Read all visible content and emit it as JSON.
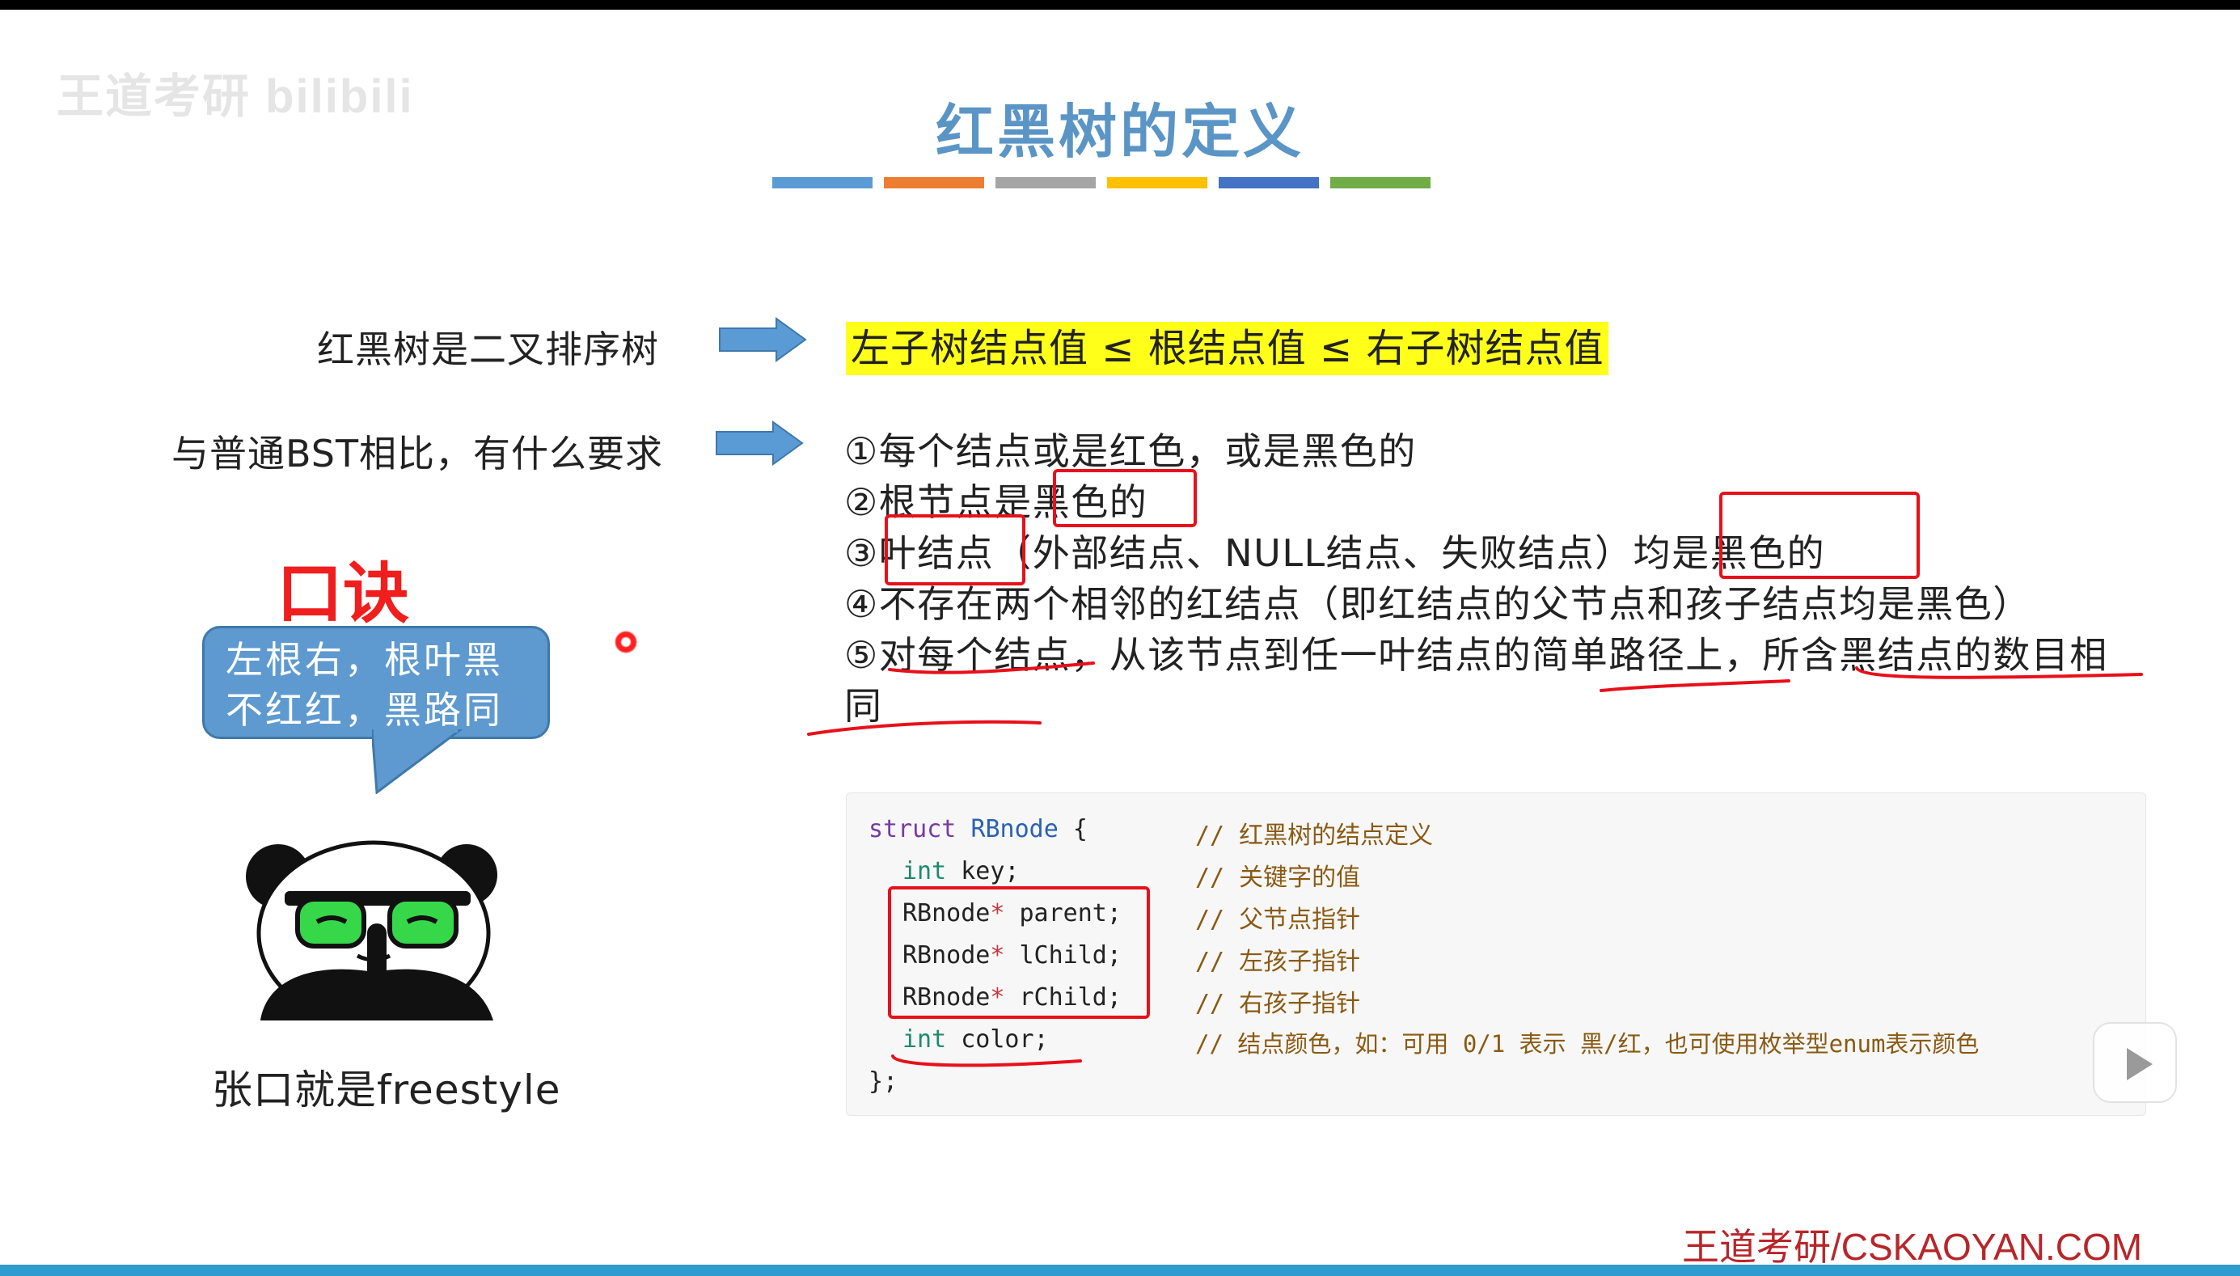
{
  "watermark": "王道考研 bilibili",
  "slide": {
    "title": "红黑树的定义",
    "title_bar_colors": [
      "#5b9bd5",
      "#ed7d31",
      "#a5a5a5",
      "#ffc000",
      "#4472c4",
      "#70ad47"
    ],
    "row1_label": "红黑树是二叉排序树",
    "row1_text": "左子树结点值 ≤ 根结点值 ≤ 右子树结点值",
    "row2_label": "与普通BST相比，有什么要求",
    "rules": [
      "①每个结点或是红色，或是黑色的",
      "②根节点是黑色的",
      "③叶结点（外部结点、NULL结点、失败结点）均是黑色的",
      "④不存在两个相邻的红结点（即红结点的父节点和孩子结点均是黑色）",
      "⑤对每个结点，从该节点到任一叶结点的简单路径上，所含黑结点的数目相同"
    ],
    "mnemonic_title": "口诀",
    "bubble_line1": "左根右，根叶黑",
    "bubble_line2": "不红红，黑路同",
    "meme_caption": "张口就是freestyle",
    "code": {
      "l1_kw": "struct",
      "l1_name": "RBnode",
      "l1_brace": " {",
      "l2_type": "int",
      "l2_rest": " key;",
      "l3_type": "RBnode",
      "l3_star": "*",
      "l3_rest": " parent;",
      "l4_type": "RBnode",
      "l4_star": "*",
      "l4_rest": " lChild;",
      "l5_type": "RBnode",
      "l5_star": "*",
      "l5_rest": " rChild;",
      "l6_type": "int",
      "l6_rest": " color;",
      "l7": "};",
      "comments": [
        "// 红黑树的结点定义",
        "// 关键字的值",
        "// 父节点指针",
        "// 左孩子指针",
        "// 右孩子指针",
        "// 结点颜色，如：可用 0/1 表示 黑/红，也可使用枚举型enum表示颜色"
      ]
    },
    "brand": "王道考研/CSKAOYAN.COM"
  }
}
